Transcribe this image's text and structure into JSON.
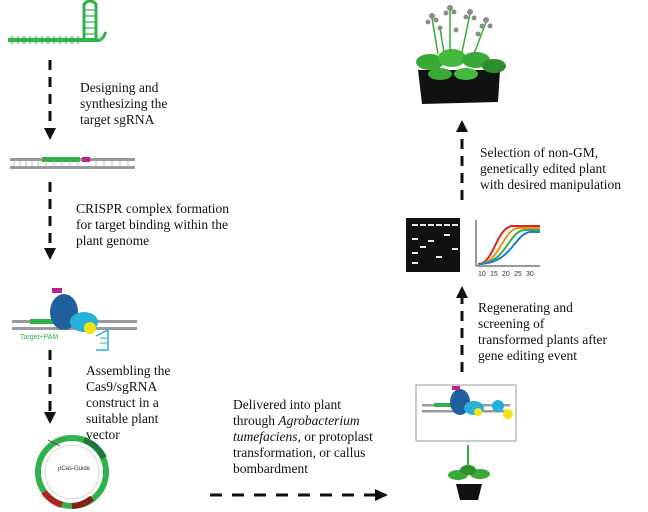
{
  "steps": [
    {
      "lines": [
        "Designing and",
        "synthesizing the",
        "target sgRNA"
      ]
    },
    {
      "lines": [
        "CRISPR complex formation",
        "for target binding within the",
        "plant genome"
      ]
    },
    {
      "lines": [
        "Assembling the",
        "Cas9/sgRNA",
        "construct in a",
        "suitable plant",
        "vector"
      ]
    },
    {
      "lines_pre": [
        "Delivered into plant",
        "through "
      ],
      "italic": "Agrobacterium",
      "italic2": "tumefaciens",
      "after_italic": ", or protoplast",
      "lines_post": [
        "transformation, or callus",
        "bombardment"
      ]
    },
    {
      "lines": [
        "Regenerating and",
        "screening of",
        "transformed plants after",
        "gene editing event"
      ]
    },
    {
      "lines": [
        "Selection of non-GM,",
        "genetically edited plant",
        "with desired manipulation"
      ]
    }
  ],
  "labels": {
    "target_pam": "Target+PAM",
    "vector_name": "pCas-Guide",
    "pcr_ticks": [
      "10",
      "15",
      "20",
      "25",
      "30"
    ]
  },
  "colors": {
    "rna_green": "#2db34a",
    "dna_grey": "#9a9a9a",
    "cas9_blue": "#1f5f9e",
    "cas9_cyan": "#27b0d8",
    "magenta": "#c0208c",
    "plant_green": "#3aa935",
    "pot_black": "#111111"
  }
}
